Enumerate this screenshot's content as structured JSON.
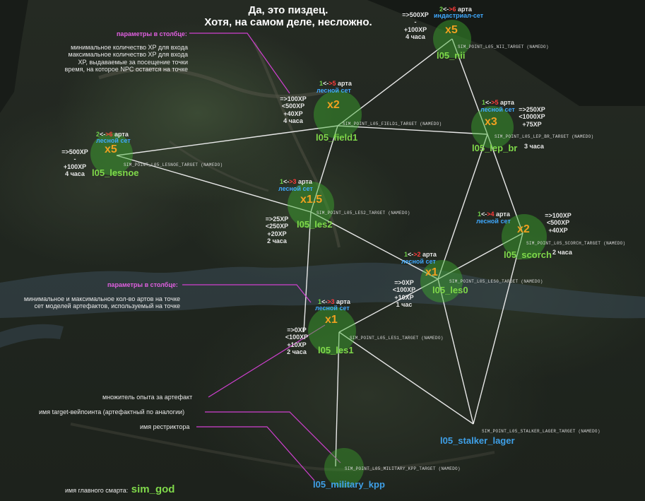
{
  "title": {
    "line1": "Да, это пиздец.",
    "line2": "Хотя, на самом деле, несложно."
  },
  "annotation_top": {
    "header": "параметры в столбце:",
    "lines": [
      "минимальное количество XP для входа",
      "максимальное количество XP для входа",
      "XP, выдаваемые за посещение точки",
      "время, на которое NPC остается на точке"
    ]
  },
  "annotation_mid": {
    "header": "параметры в столбце:",
    "lines": [
      "минимальное и максимальное кол-во артов на точке",
      "сет моделей артефактов, используемый на точке"
    ]
  },
  "legend": {
    "multiplier": "множитель опыта за артефакт",
    "target": "имя target-вейпоинта (артефактный по аналогии)",
    "restrictor": "имя рестриктора"
  },
  "main_smart": {
    "label": "имя главного смарта:",
    "value": "sim_god"
  },
  "nodes": {
    "nii": {
      "xp": [
        "=>500XP",
        "-",
        "+100XP",
        "4 часа"
      ],
      "art_lo": "2",
      "art_sep": "<-",
      "art_hi": ">6",
      "art_word": " арта",
      "set": "индастриал-сет",
      "mult": "x5",
      "target": "SIM_POINT_L05_NII_TARGET (NAMEDO)",
      "name": "l05_nii"
    },
    "field1": {
      "xp": [
        "=>100XP",
        "<500XP",
        "+40XP",
        "4 часа"
      ],
      "art_lo": "1",
      "art_sep": "<-",
      "art_hi": ">5",
      "art_word": " арта",
      "set": "лесной сет",
      "mult": "x2",
      "target": "SIM_POINT_L05_FIELD1_TARGET (NAMEDO)",
      "name": "l05_field1"
    },
    "lep_br": {
      "xp": [
        "=>250XP",
        "<1000XP",
        "+75XP",
        "3 часа"
      ],
      "art_lo": "1",
      "art_sep": "<-",
      "art_hi": ">5",
      "art_word": " арта",
      "set": "лесной сет",
      "mult": "x3",
      "target": "SIM_POINT_L05_LEP_BR_TARGET (NAMEDO)",
      "name": "l05_lep_br"
    },
    "lesnoe": {
      "xp": [
        "=>500XP",
        "-",
        "+100XP",
        "4 часа"
      ],
      "art_lo": "2",
      "art_sep": "<-",
      "art_hi": ">6",
      "art_word": " арта",
      "set": "лесной сет",
      "mult": "x5",
      "target": "SIM_POINT_L05_LESNOE_TARGET (NAMEDO)",
      "name": "l05_lesnoe"
    },
    "les2": {
      "xp": [
        "=>25XP",
        "<250XP",
        "+20XP",
        "2 часа"
      ],
      "art_lo": "1",
      "art_sep": "<-",
      "art_hi": ">3",
      "art_word": " арта",
      "set": "лесной сет",
      "mult": "x1.5",
      "target": "SIM_POINT_L05_LES2_TARGET (NAMEDO)",
      "name": "l05_les2"
    },
    "scorch": {
      "xp": [
        "=>100XP",
        "<500XP",
        "+40XP",
        "2 часа"
      ],
      "art_lo": "1",
      "art_sep": "<-",
      "art_hi": ">4",
      "art_word": " арта",
      "set": "лесной сет",
      "mult": "x2",
      "target": "SIM_POINT_L05_SCORCH_TARGET (NAMEDO)",
      "name": "l05_scorch"
    },
    "les0": {
      "xp": [
        "=>0XP",
        "<100XP",
        "+10XP",
        "1 час"
      ],
      "art_lo": "1",
      "art_sep": "<-",
      "art_hi": ">2",
      "art_word": " арта",
      "set": "лесной сет",
      "mult": "x1",
      "target": "SIM_POINT_L05_LES0_TARGET (NAMEDO)",
      "name": "l05_les0"
    },
    "les1": {
      "xp": [
        "=>0XP",
        "<100XP",
        "+10XP",
        "2 часа"
      ],
      "art_lo": "1",
      "art_sep": "<-",
      "art_hi": ">3",
      "art_word": " арта",
      "set": "лесной сет",
      "mult": "x1",
      "target": "SIM_POINT_L05_LES1_TARGET (NAMEDO)",
      "name": "l05_les1"
    },
    "stalker_lager": {
      "target": "SIM_POINT_L05_STALKER_LAGER_TARGET (NAMEDO)",
      "name": "l05_stalker_lager"
    },
    "military_kpp": {
      "target": "SIM_POINT_L05_MILITARY_KPP_TARGET (NAMEDO)",
      "name": "l05_military_kpp"
    }
  },
  "colors": {
    "accent_name": "#7fd84a",
    "base_name": "#3fa0e8",
    "multiplier": "#f0a020",
    "set": "#3fa9ff",
    "art_min": "#6fd24a",
    "art_max": "#ff3b3b",
    "annotation": "#e060e0"
  }
}
